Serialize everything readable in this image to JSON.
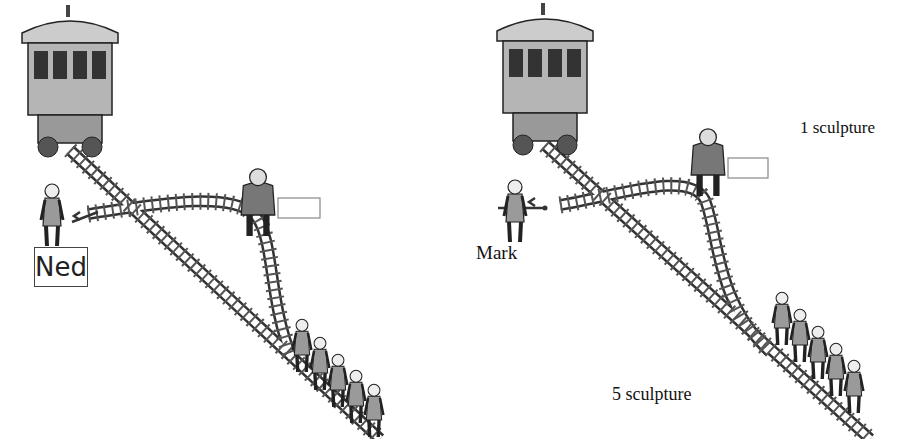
{
  "diagram": {
    "nodes": [
      {
        "text": [
          "Ned"
        ]
      }
    ],
    "labels": [
      "Mark",
      "1 sculpture",
      "5 sculpture"
    ]
  }
}
